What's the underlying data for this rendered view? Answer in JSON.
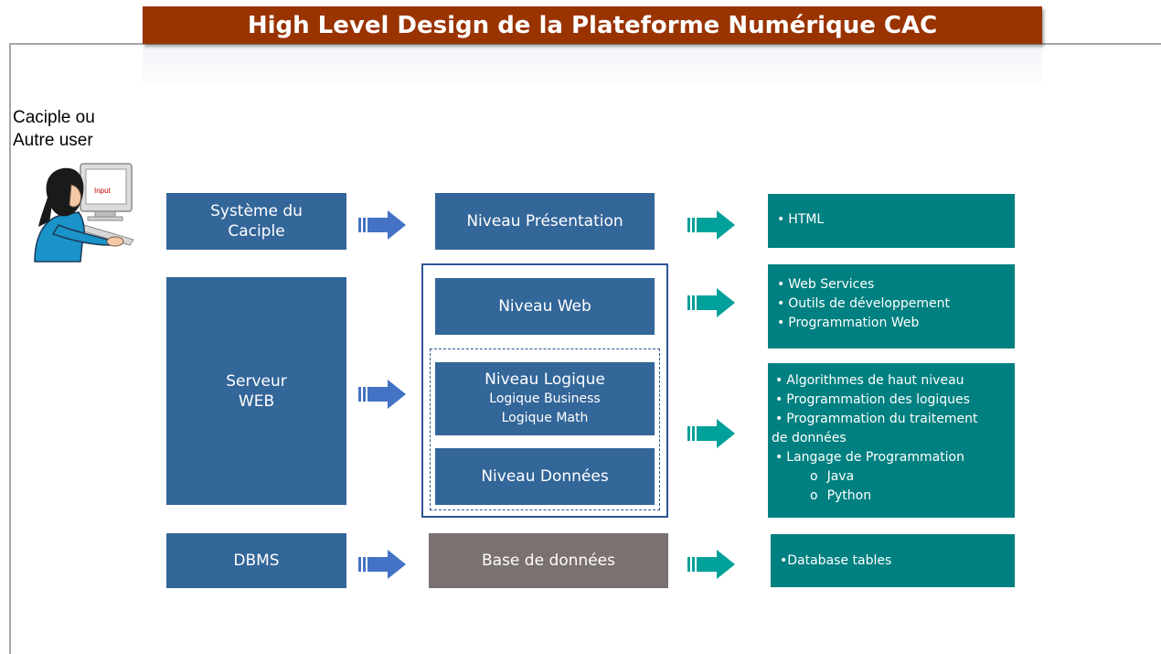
{
  "title": "High Level Design de la Plateforme Numérique CAC",
  "user": {
    "label_line1": "Caciple ou",
    "label_line2": "Autre user",
    "screen_text": "Input"
  },
  "left_column": {
    "systeme": {
      "line1": "Système du",
      "line2": "Caciple"
    },
    "serveur": {
      "line1": "Serveur",
      "line2": "WEB"
    },
    "dbms": {
      "label": "DBMS"
    }
  },
  "middle_column": {
    "presentation": "Niveau Présentation",
    "web": "Niveau Web",
    "logique": {
      "title": "Niveau Logique",
      "sub1": "Logique Business",
      "sub2": "Logique Math"
    },
    "donnees": "Niveau Données",
    "base": "Base de données"
  },
  "right_column": {
    "html": {
      "items": [
        "HTML"
      ]
    },
    "web": {
      "items": [
        "Web Services",
        "Outils de développement",
        "Programmation Web"
      ]
    },
    "logique": {
      "item1": "Algorithmes de haut niveau",
      "item2": "Programmation des logiques",
      "item3_line1": "Programmation du traitement",
      "item3_line2": "de données",
      "item4": "Langage de Programmation",
      "sub_bullet": "o",
      "sub1": "Java",
      "sub2": "Python"
    },
    "database": {
      "text": "•Database tables"
    }
  },
  "colors": {
    "title": "#993300",
    "blue_box": "#336699",
    "gray_box": "#7a7170",
    "teal_box": "#008080",
    "blue_arrow": "#4472c4",
    "teal_arrow": "#00a19a"
  }
}
